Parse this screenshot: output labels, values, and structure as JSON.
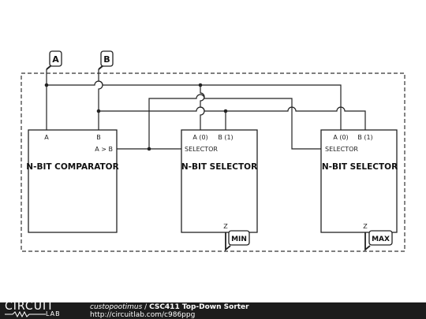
{
  "inputs": {
    "a": "A",
    "b": "B"
  },
  "comparator": {
    "title": "N-BIT COMPARATOR",
    "pin_a": "A",
    "pin_b": "B",
    "pin_out": "A > B"
  },
  "selector_min": {
    "title": "N-BIT SELECTOR",
    "pin_a": "A (0)",
    "pin_b": "B (1)",
    "pin_sel": "SELECTOR",
    "pin_z": "Z"
  },
  "selector_max": {
    "title": "N-BIT SELECTOR",
    "pin_a": "A (0)",
    "pin_b": "B (1)",
    "pin_sel": "SELECTOR",
    "pin_z": "Z"
  },
  "outputs": {
    "min": "MIN",
    "max": "MAX"
  },
  "footer": {
    "logo_top": "CIRCUIT",
    "logo_bottom": "LAB",
    "author": "custopootimus",
    "separator": " / ",
    "circuit_name": "CSC411 Top-Down Sorter",
    "url": "http://circuitlab.com/c986ppg"
  }
}
